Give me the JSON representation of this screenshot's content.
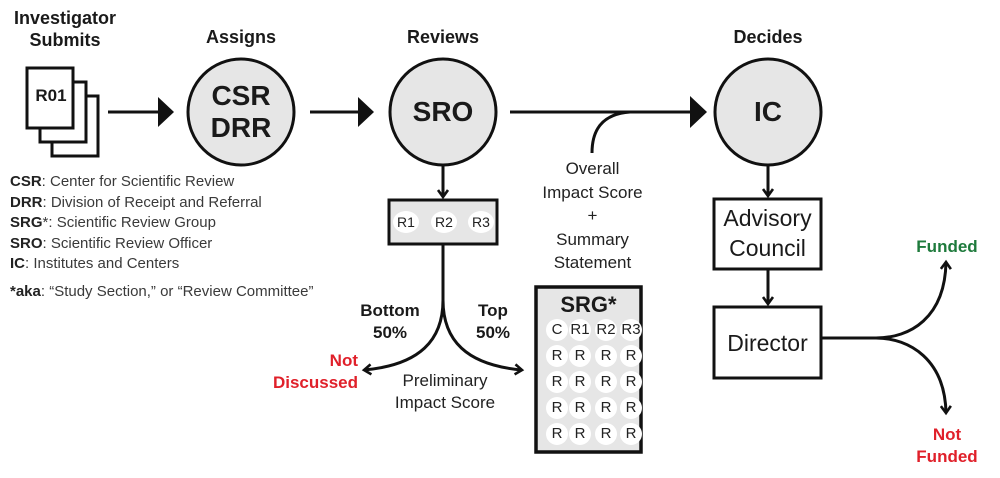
{
  "stages": {
    "submits": "Investigator\nSubmits",
    "submits_line1": "Investigator",
    "submits_line2": "Submits",
    "assigns": "Assigns",
    "reviews": "Reviews",
    "decides": "Decides"
  },
  "application": {
    "label": "R01"
  },
  "nodes": {
    "csr_line1": "CSR",
    "csr_line2": "DRR",
    "sro": "SRO",
    "ic": "IC"
  },
  "reviewers_box": {
    "cells": [
      "R1",
      "R2",
      "R3"
    ]
  },
  "branches": {
    "bottom_line1": "Bottom",
    "bottom_line2": "50%",
    "top_line1": "Top",
    "top_line2": "50%",
    "not_discussed_line1": "Not",
    "not_discussed_line2": "Discussed",
    "preliminary_line1": "Preliminary",
    "preliminary_line2": "Impact Score"
  },
  "overall": {
    "line1": "Overall",
    "line2": "Impact Score",
    "line3": "+",
    "line4": "Summary",
    "line5": "Statement"
  },
  "srg": {
    "title": "SRG*",
    "header": [
      "C",
      "R1",
      "R2",
      "R3"
    ],
    "rows": [
      [
        "R",
        "R",
        "R",
        "R"
      ],
      [
        "R",
        "R",
        "R",
        "R"
      ],
      [
        "R",
        "R",
        "R",
        "R"
      ],
      [
        "R",
        "R",
        "R",
        "R"
      ]
    ]
  },
  "decision": {
    "advisory_line1": "Advisory",
    "advisory_line2": "Council",
    "director": "Director",
    "funded": "Funded",
    "not_funded_line1": "Not",
    "not_funded_line2": "Funded"
  },
  "glossary": {
    "items": [
      {
        "term": "CSR",
        "def": ": Center for Scientific Review"
      },
      {
        "term": "DRR",
        "def": ": Division of Receipt and Referral"
      },
      {
        "term": "SRG",
        "def": "*: Scientific Review Group"
      },
      {
        "term": "SRO",
        "def": ": Scientific Review Officer"
      },
      {
        "term": "IC",
        "def": ": Institutes and Centers"
      }
    ],
    "aka_term": "*aka",
    "aka_def": ": “Study Section,” or “Review Committee”"
  },
  "colors": {
    "node_fill": "#e6e6e6",
    "stroke": "#111111",
    "not_color": "#e0202a",
    "funded_color": "#1e7a3c"
  }
}
